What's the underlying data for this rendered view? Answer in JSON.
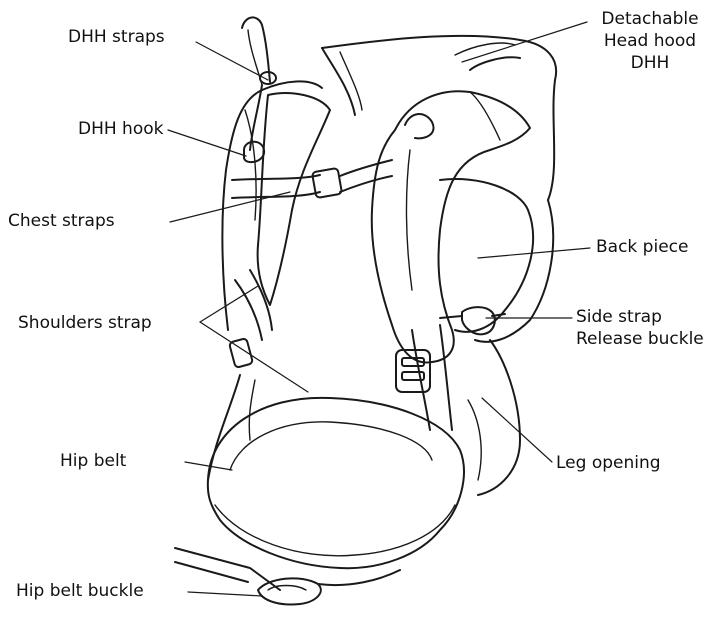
{
  "diagram": {
    "labels": {
      "dhh_straps": "DHH straps",
      "detachable_head_hood": [
        "Detachable",
        "Head hood",
        "DHH"
      ],
      "dhh_hook": "DHH hook",
      "chest_straps": "Chest straps",
      "back_piece": "Back piece",
      "side_strap_release_buckle": [
        "Side strap",
        "Release buckle"
      ],
      "shoulders_strap": "Shoulders strap",
      "hip_belt": "Hip belt",
      "leg_opening": "Leg opening",
      "hip_belt_buckle": "Hip belt buckle"
    },
    "colors": {
      "ink": "#111111",
      "background": "#ffffff"
    }
  }
}
